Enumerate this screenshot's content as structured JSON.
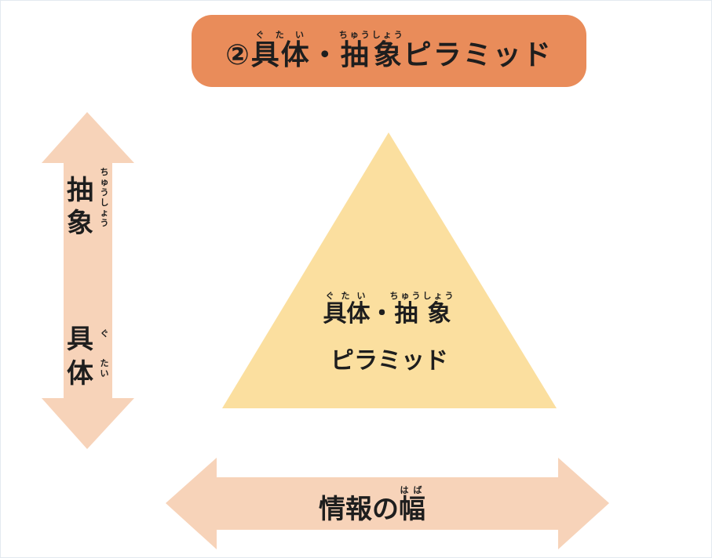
{
  "title": {
    "number": "②",
    "gutai": "具体",
    "gutai_ruby": "ぐたい",
    "sep": "・",
    "chusho": "抽象",
    "chusho_ruby": "ちゅうしょう",
    "rest": "ピラミッド"
  },
  "triangle": {
    "gutai": "具体",
    "gutai_ruby": "ぐたい",
    "sep": "・",
    "chusho": "抽象",
    "chusho_ruby": "ちゅうしょう",
    "line2": "ピラミッド"
  },
  "vertical_arrow": {
    "top_chars": [
      "抽",
      "象"
    ],
    "top_ruby": "ちゅうしょう",
    "bottom_chars": [
      "具",
      "体"
    ],
    "bottom_ruby_1": "ぐ",
    "bottom_ruby_2": "たい"
  },
  "horizontal_arrow": {
    "pre": "情報の",
    "kanji": "幅",
    "kanji_ruby": "はば"
  },
  "colors": {
    "title_bg": "#e98c5a",
    "arrow": "#f7d3b9",
    "triangle": "#fbdf9f"
  }
}
